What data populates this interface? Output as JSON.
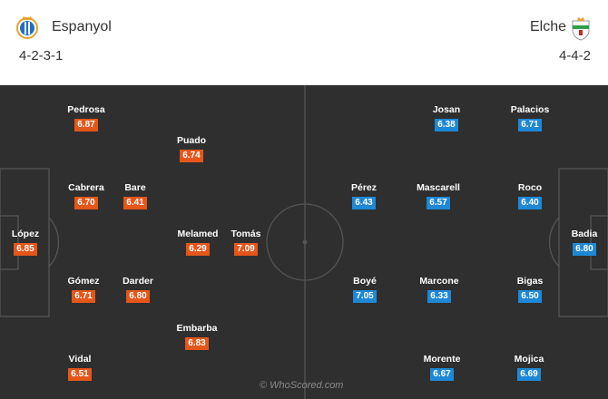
{
  "home": {
    "name": "Espanyol",
    "formation": "4-2-3-1",
    "logo_icon": "espanyol-crest-icon",
    "players": [
      {
        "name": "López",
        "rating": "6.85"
      },
      {
        "name": "Pedrosa",
        "rating": "6.87"
      },
      {
        "name": "Cabrera",
        "rating": "6.70"
      },
      {
        "name": "Gómez",
        "rating": "6.71"
      },
      {
        "name": "Vidal",
        "rating": "6.51"
      },
      {
        "name": "Bare",
        "rating": "6.41"
      },
      {
        "name": "Darder",
        "rating": "6.80"
      },
      {
        "name": "Puado",
        "rating": "6.74"
      },
      {
        "name": "Melamed",
        "rating": "6.29"
      },
      {
        "name": "Embarba",
        "rating": "6.83"
      },
      {
        "name": "Tomás",
        "rating": "7.09"
      }
    ]
  },
  "away": {
    "name": "Elche",
    "formation": "4-4-2",
    "logo_icon": "elche-crest-icon",
    "players": [
      {
        "name": "Badia",
        "rating": "6.80"
      },
      {
        "name": "Palacios",
        "rating": "6.71"
      },
      {
        "name": "Roco",
        "rating": "6.40"
      },
      {
        "name": "Bigas",
        "rating": "6.50"
      },
      {
        "name": "Mojica",
        "rating": "6.69"
      },
      {
        "name": "Josan",
        "rating": "6.38"
      },
      {
        "name": "Mascarell",
        "rating": "6.57"
      },
      {
        "name": "Marcone",
        "rating": "6.33"
      },
      {
        "name": "Morente",
        "rating": "6.67"
      },
      {
        "name": "Pérez",
        "rating": "6.43"
      },
      {
        "name": "Boyé",
        "rating": "7.05"
      }
    ]
  },
  "watermark": "© WhoScored.com",
  "colors": {
    "pitch": "#2f2f2f",
    "lines": "#555555",
    "home_rating": "#e4561a",
    "away_rating": "#1e88d6"
  }
}
